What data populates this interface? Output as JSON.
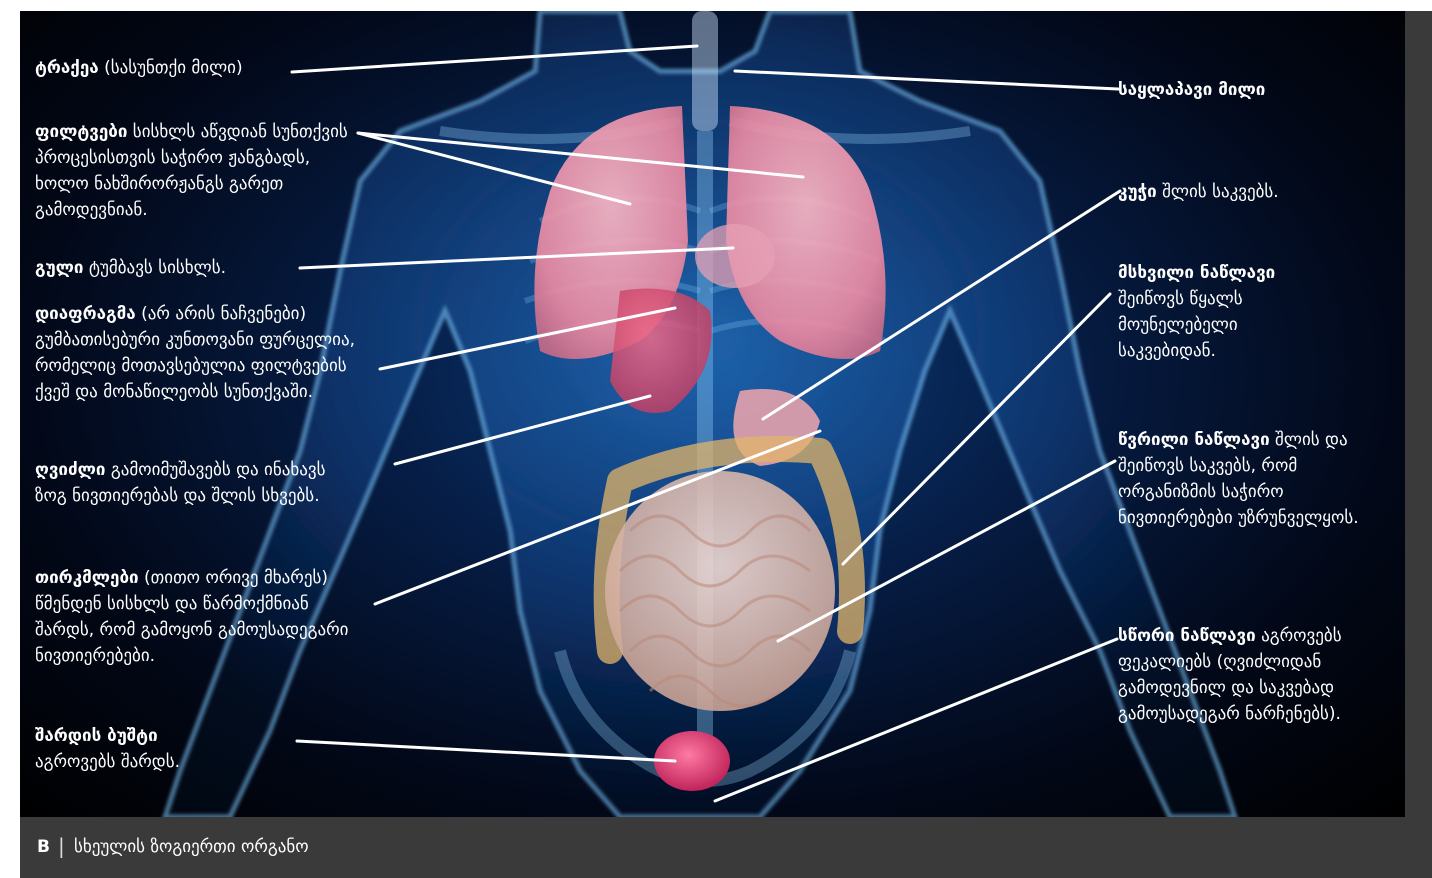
{
  "figure": {
    "letter": "B",
    "caption": "სხეულის ზოგიერთი ორგანო"
  },
  "labels": [
    {
      "key": "trachea",
      "bold": "ტრაქეა",
      "rest": " (სასუნთქი მილი)"
    },
    {
      "key": "lungs",
      "bold": "ფილტვები",
      "rest": " სისხლს აწვდიან სუნთქვის პროცესისთვის საჭირო ჟანგბადს, ხოლო ნახშირორჟანგს გარეთ გამოდევნიან."
    },
    {
      "key": "heart",
      "bold": "გული",
      "rest": " ტუმბავს სისხლს."
    },
    {
      "key": "diaphragm",
      "bold": "დიაფრაგმა",
      "rest": " (არ არის ნაჩვენები) გუმბათისებური კუნთოვანი ფურცელია, რომელიც მოთავსებულია ფილტვების ქვეშ და მონაწილეობს სუნთქვაში."
    },
    {
      "key": "liver",
      "bold": "ღვიძლი",
      "rest": " გამოიმუშავებს და ინახავს ზოგ ნივთიერებას და შლის სხვებს."
    },
    {
      "key": "kidneys",
      "bold": "თირკმლები",
      "rest": " (თითო ორივე მხარეს) წმენდენ სისხლს და წარმოქმნიან შარდს, რომ გამოყონ გამოუსადეგარი ნივთიერებები."
    },
    {
      "key": "bladder",
      "bold": "შარდის ბუშტი",
      "rest": " აგროვებს შარდს."
    },
    {
      "key": "esophagus",
      "bold": "საყლაპავი მილი",
      "rest": ""
    },
    {
      "key": "stomach",
      "bold": "კუჭი",
      "rest": " შლის საკვებს."
    },
    {
      "key": "large_intestine",
      "bold": "მსხვილი ნაწლავი",
      "rest": " შეიწოვს წყალს მოუნელებელი საკვებიდან."
    },
    {
      "key": "small_intestine",
      "bold": "წვრილი ნაწლავი",
      "rest": " შლის და შეიწოვს საკვებს, რომ ორგანიზმის საჭირო ნივთიერებები უზრუნველყოს."
    },
    {
      "key": "rectum",
      "bold": "სწორი ნაწლავი",
      "rest": " აგროვებს ფეკალიებს (ღვიძლიდან გამოდევნილ და საკვებად გამოუსადეგარ ნარჩენებს)."
    }
  ],
  "colors": {
    "background": "#020818",
    "body_glow": "#3fa8ff",
    "lung": "#f39ab0",
    "intestine": "#e9c2b8",
    "bladder": "#e6457a",
    "leader_line": "#ffffff"
  }
}
